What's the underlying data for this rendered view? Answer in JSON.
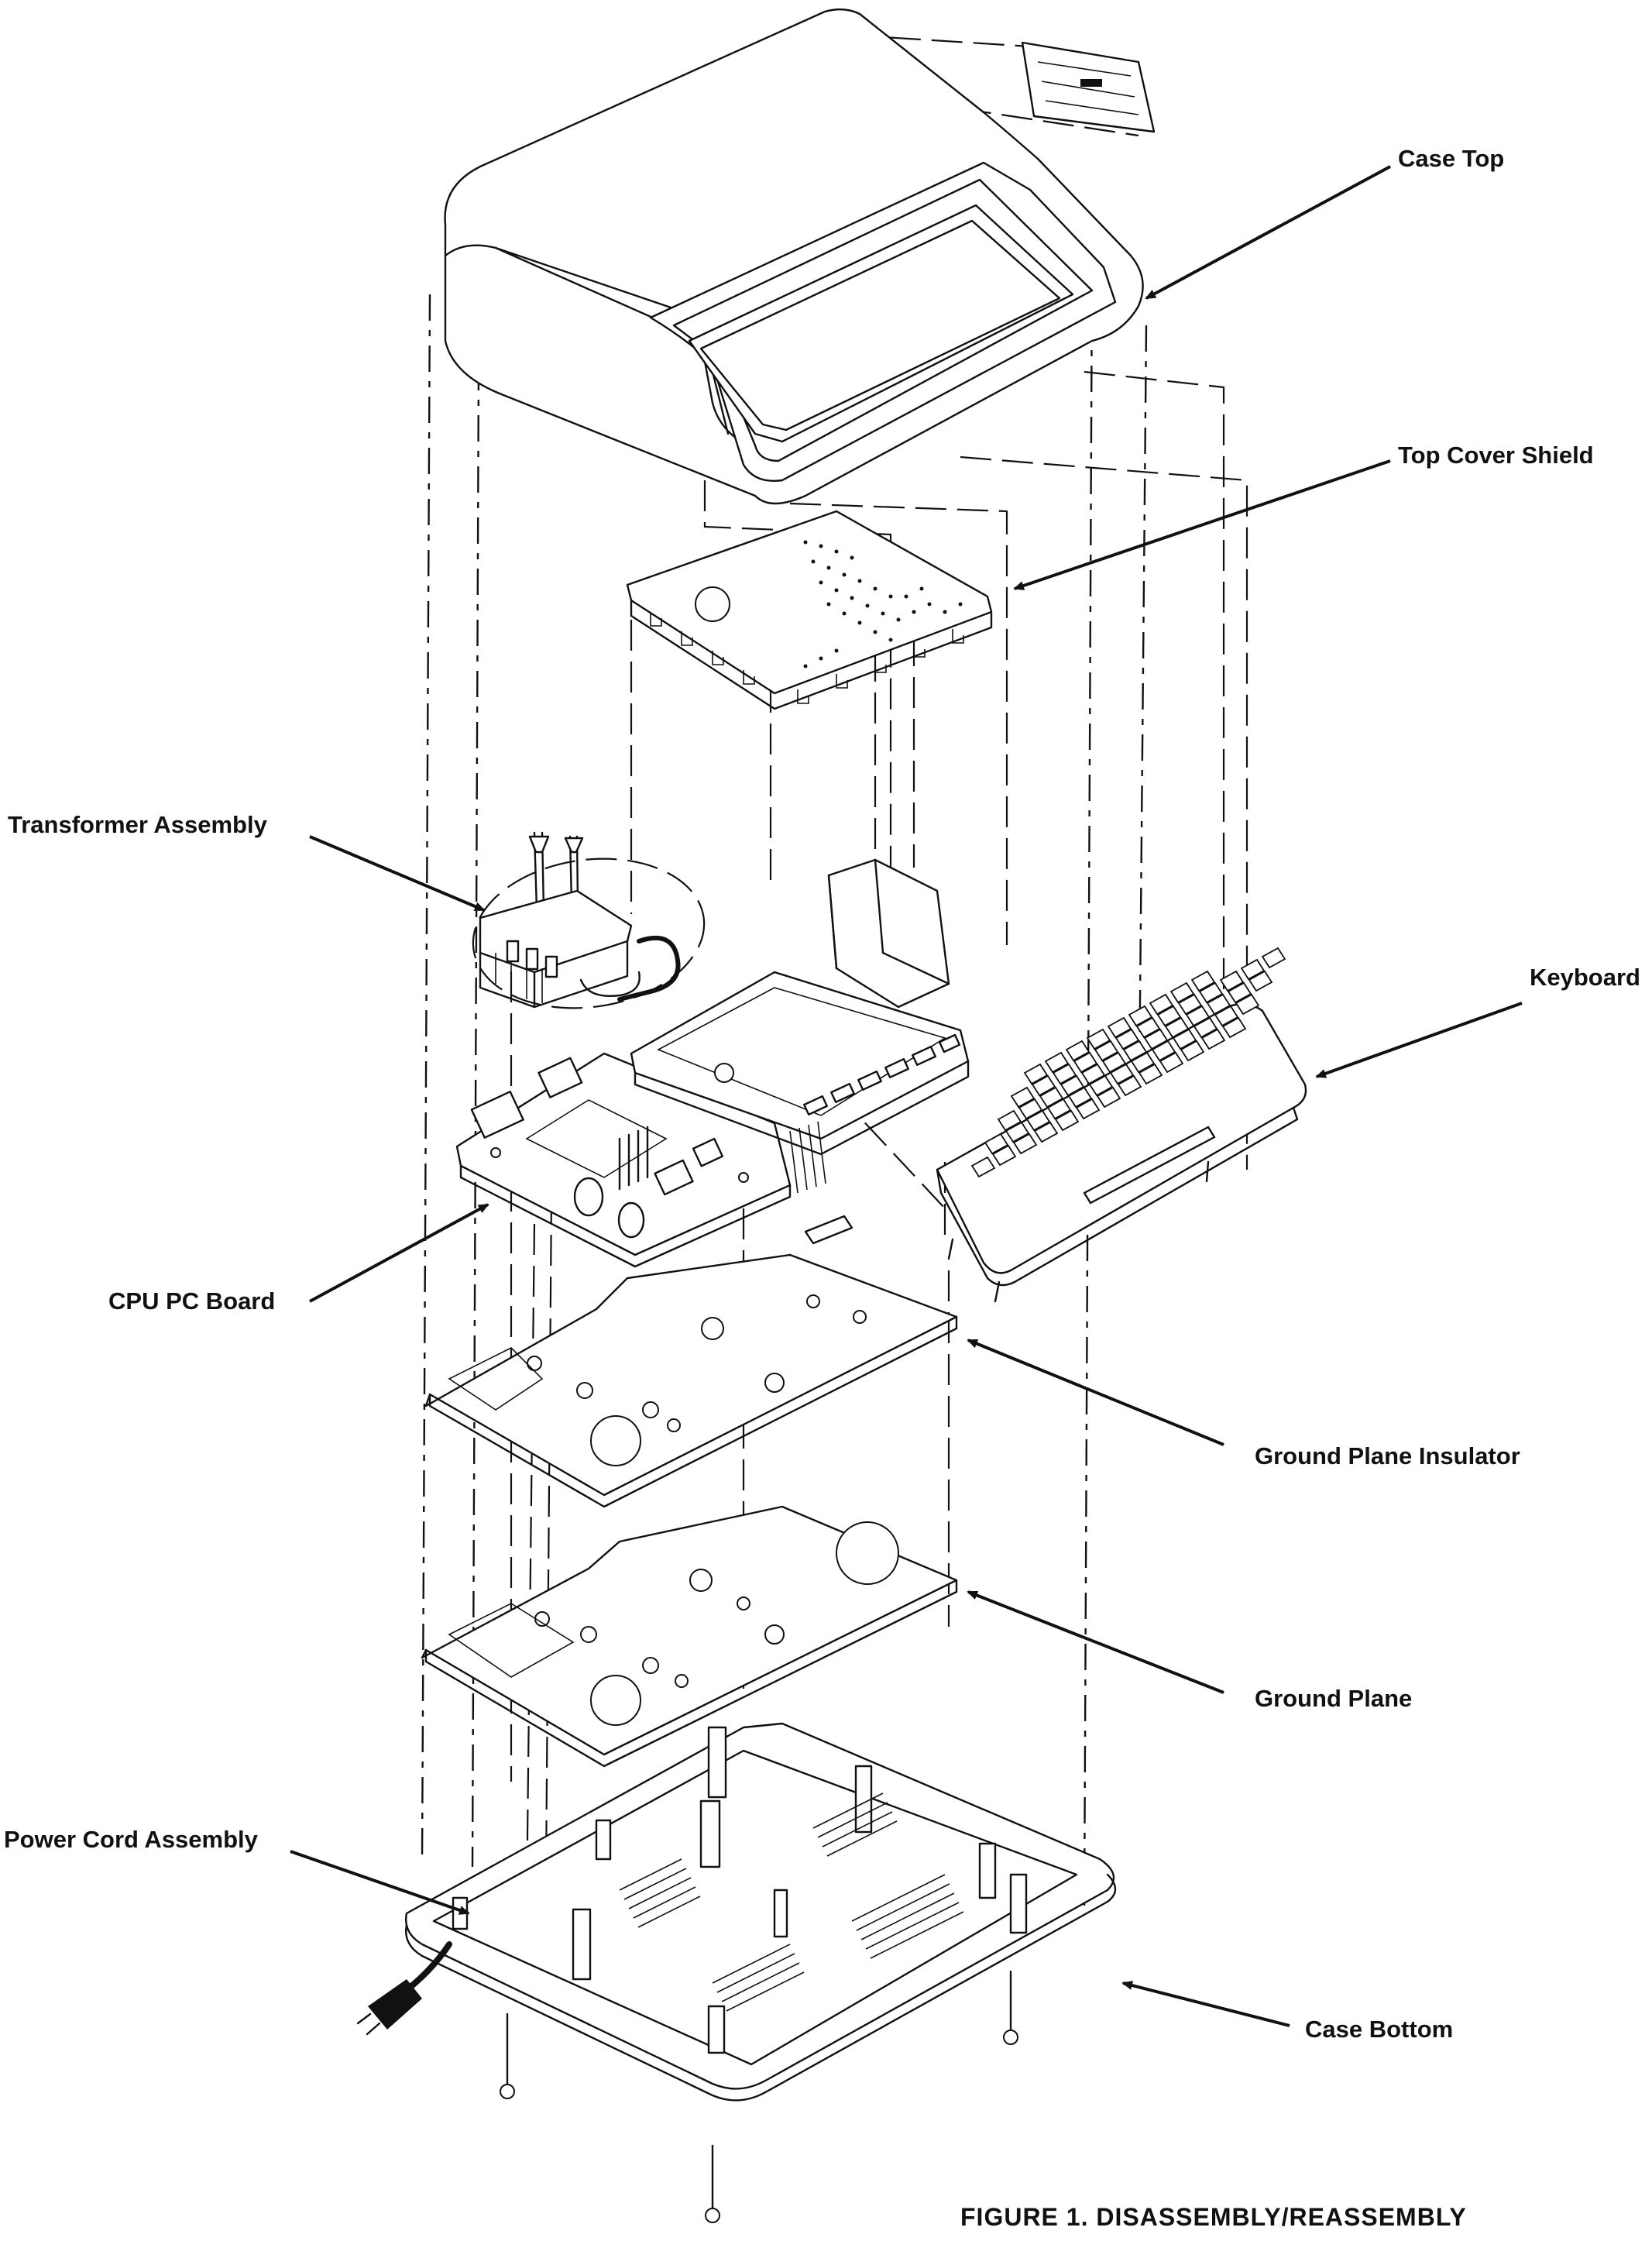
{
  "labels": {
    "case_top": "Case Top",
    "top_cover_shield": "Top Cover Shield",
    "transformer_assembly": "Transformer Assembly",
    "keyboard": "Keyboard",
    "cpu_pc_board": "CPU PC Board",
    "ground_plane_insulator": "Ground Plane Insulator",
    "ground_plane": "Ground Plane",
    "power_cord_assembly": "Power Cord Assembly",
    "case_bottom": "Case Bottom"
  },
  "caption": "FIGURE 1. DISASSEMBLY/REASSEMBLY"
}
